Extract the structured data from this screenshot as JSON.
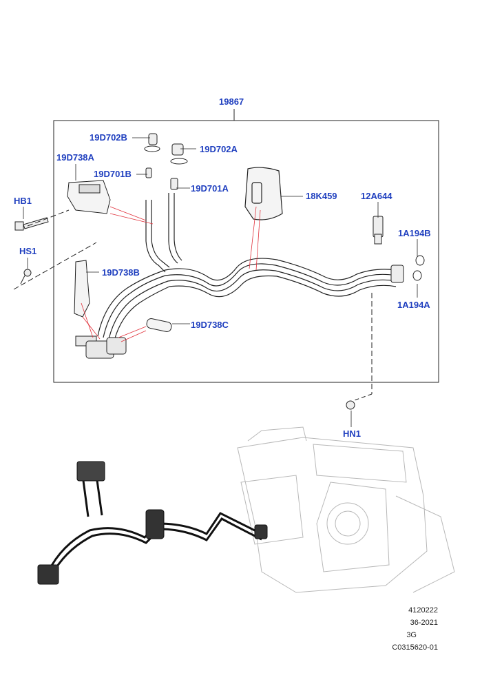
{
  "diagram": {
    "assembly_label": "19867",
    "callouts": {
      "c_19D702B": "19D702B",
      "c_19D702A": "19D702A",
      "c_19D738A": "19D738A",
      "c_19D701B": "19D701B",
      "c_19D701A": "19D701A",
      "c_18K459": "18K459",
      "c_12A644": "12A644",
      "c_HB1": "HB1",
      "c_HS1": "HS1",
      "c_1A194B": "1A194B",
      "c_1A194A": "1A194A",
      "c_19D738B": "19D738B",
      "c_19D738C": "19D738C",
      "c_HN1": "HN1"
    }
  },
  "footer": {
    "line1": "4120222",
    "line2": "36-2021",
    "line3": "3G",
    "line4": "C0315620-01"
  },
  "colors": {
    "callout": "#1f3fbf",
    "leader_red": "#e0303a",
    "outline": "#222222",
    "ghost": "#b8b8b8"
  }
}
